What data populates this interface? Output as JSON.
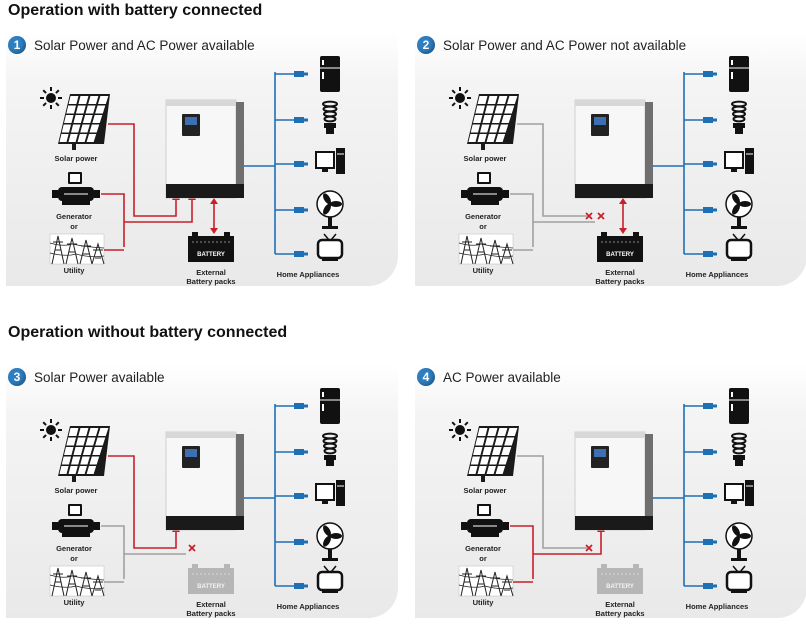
{
  "sections": [
    {
      "title": "Operation with battery connected"
    },
    {
      "title": "Operation without battery connected"
    }
  ],
  "panels": [
    {
      "number": "1",
      "title": "Solar Power and AC Power available",
      "battery_active": true,
      "solar_active": true,
      "grid_active": true,
      "grid_to_inverter": true,
      "blocked_solar": false,
      "blocked_grid": false
    },
    {
      "number": "2",
      "title": "Solar Power and AC Power not available",
      "battery_active": true,
      "solar_active": false,
      "grid_active": false,
      "grid_to_inverter": false,
      "blocked_solar": true,
      "blocked_grid": true
    },
    {
      "number": "3",
      "title": "Solar Power available",
      "battery_active": false,
      "solar_active": true,
      "grid_active": false,
      "grid_to_inverter": false,
      "blocked_solar": false,
      "blocked_grid": true
    },
    {
      "number": "4",
      "title": "AC Power available",
      "battery_active": false,
      "solar_active": false,
      "grid_active": true,
      "grid_to_inverter": true,
      "blocked_solar": true,
      "blocked_grid": false
    }
  ],
  "labels": {
    "solar": "Solar power",
    "generator": "Generator",
    "or": "or",
    "utility": "Utility",
    "battery": "BATTERY",
    "battery_caption_1": "External",
    "battery_caption_2": "Battery packs",
    "appliances": "Home Appliances"
  },
  "colors": {
    "active_line": "#c8202a",
    "inactive_line": "#a0a0a0",
    "output_line": "#1f6fb5",
    "badge": "#2d7fc1"
  },
  "icons": [
    "sun-icon",
    "solar-panel-icon",
    "generator-icon",
    "utility-tower-icon",
    "inverter-icon",
    "battery-icon",
    "fridge-icon",
    "bulb-icon",
    "computer-icon",
    "fan-icon",
    "tv-icon"
  ]
}
